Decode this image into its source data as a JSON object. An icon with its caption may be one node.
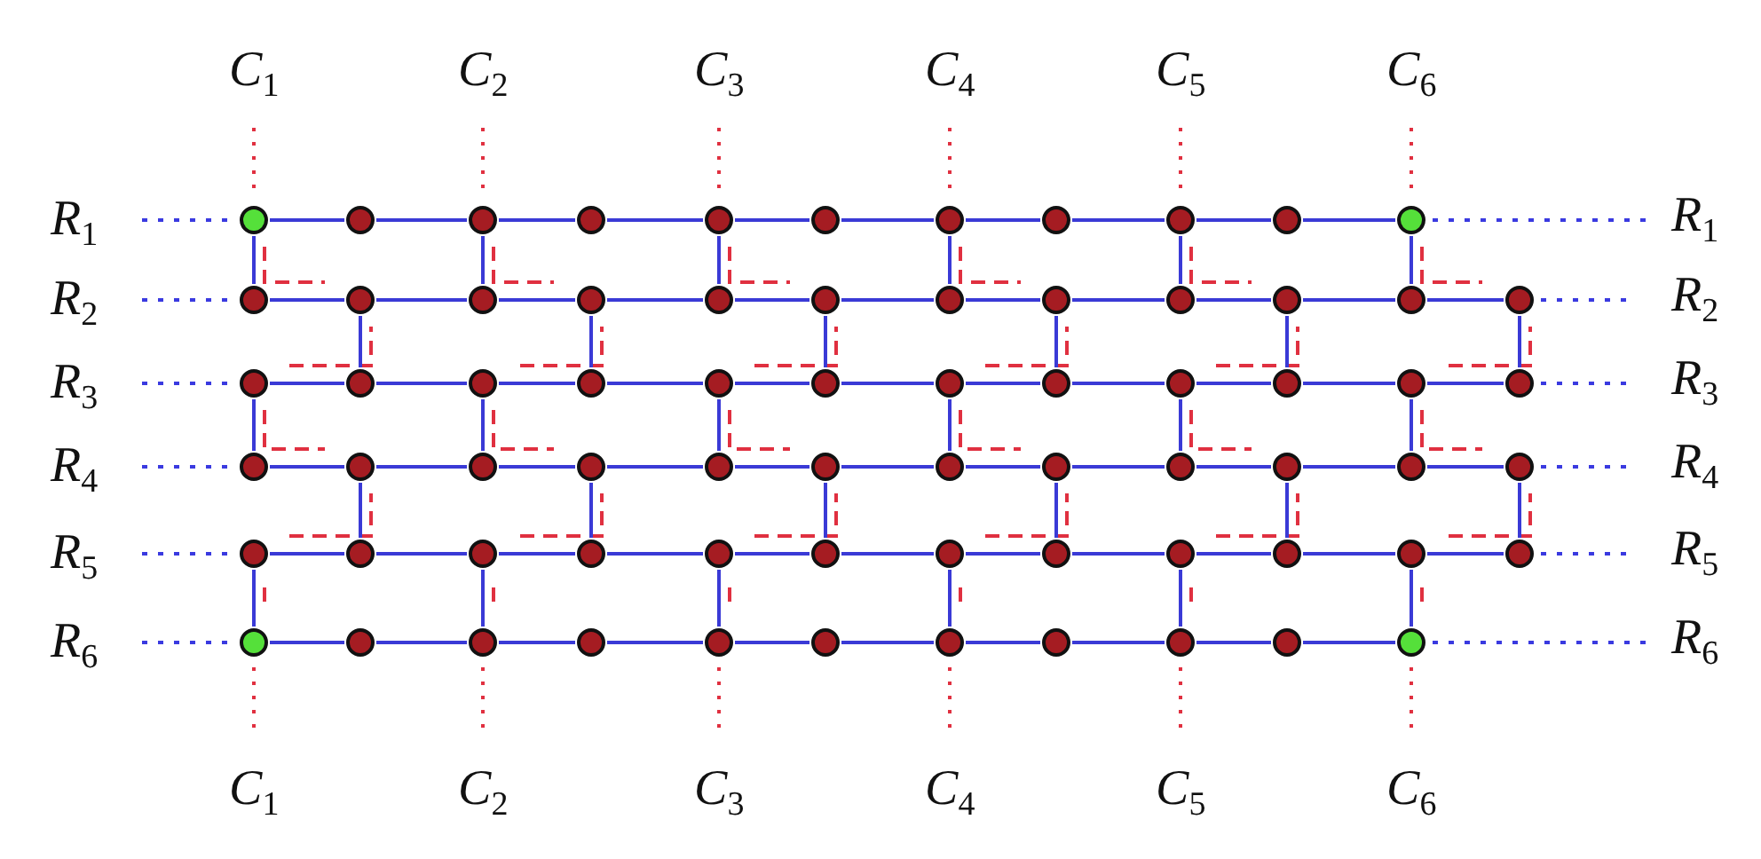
{
  "diagram": {
    "nodes": [
      {
        "text": [],
        "shape": "circle"
      },
      {
        "text": [],
        "shape": "circle"
      },
      {
        "text": [],
        "shape": "circle"
      },
      {
        "text": [],
        "shape": "circle"
      },
      {
        "text": [],
        "shape": "circle"
      },
      {
        "text": [],
        "shape": "circle"
      },
      {
        "text": [],
        "shape": "circle"
      },
      {
        "text": [],
        "shape": "circle"
      },
      {
        "text": [],
        "shape": "circle"
      },
      {
        "text": [],
        "shape": "circle"
      },
      {
        "text": [],
        "shape": "circle"
      },
      {
        "text": [],
        "shape": "circle"
      },
      {
        "text": [],
        "shape": "circle"
      },
      {
        "text": [],
        "shape": "circle"
      },
      {
        "text": [],
        "shape": "circle"
      },
      {
        "text": [],
        "shape": "circle"
      },
      {
        "text": [],
        "shape": "circle"
      },
      {
        "text": [],
        "shape": "circle"
      },
      {
        "text": [],
        "shape": "circle"
      },
      {
        "text": [],
        "shape": "circle"
      },
      {
        "text": [],
        "shape": "circle"
      },
      {
        "text": [],
        "shape": "circle"
      },
      {
        "text": [],
        "shape": "circle"
      },
      {
        "text": [],
        "shape": "circle"
      },
      {
        "text": [],
        "shape": "circle"
      },
      {
        "text": [],
        "shape": "circle"
      },
      {
        "text": [],
        "shape": "circle"
      },
      {
        "text": [],
        "shape": "circle"
      },
      {
        "text": [],
        "shape": "circle"
      },
      {
        "text": [],
        "shape": "circle"
      },
      {
        "text": [],
        "shape": "circle"
      },
      {
        "text": [],
        "shape": "circle"
      },
      {
        "text": [],
        "shape": "circle"
      },
      {
        "text": [],
        "shape": "circle"
      },
      {
        "text": [],
        "shape": "circle"
      },
      {
        "text": [],
        "shape": "circle"
      },
      {
        "text": [],
        "shape": "circle"
      },
      {
        "text": [],
        "shape": "circle"
      },
      {
        "text": [],
        "shape": "circle"
      },
      {
        "text": [],
        "shape": "circle"
      },
      {
        "text": [],
        "shape": "circle"
      },
      {
        "text": [],
        "shape": "circle"
      },
      {
        "text": [],
        "shape": "circle"
      },
      {
        "text": [],
        "shape": "circle"
      },
      {
        "text": [],
        "shape": "circle"
      },
      {
        "text": [],
        "shape": "circle"
      },
      {
        "text": [],
        "shape": "circle"
      },
      {
        "text": [],
        "shape": "circle"
      },
      {
        "text": [],
        "shape": "circle"
      },
      {
        "text": [],
        "shape": "circle"
      },
      {
        "text": [],
        "shape": "circle"
      },
      {
        "text": [],
        "shape": "circle"
      },
      {
        "text": [],
        "shape": "circle"
      },
      {
        "text": [],
        "shape": "circle"
      },
      {
        "text": [],
        "shape": "circle"
      },
      {
        "text": [],
        "shape": "circle"
      },
      {
        "text": [],
        "shape": "circle"
      },
      {
        "text": [],
        "shape": "circle"
      },
      {
        "text": [],
        "shape": "circle"
      },
      {
        "text": [],
        "shape": "circle"
      },
      {
        "text": [],
        "shape": "circle"
      },
      {
        "text": [],
        "shape": "circle"
      },
      {
        "text": [],
        "shape": "circle"
      },
      {
        "text": [],
        "shape": "circle"
      },
      {
        "text": [],
        "shape": "circle"
      },
      {
        "text": [],
        "shape": "circle"
      },
      {
        "text": [],
        "shape": "circle"
      },
      {
        "text": [],
        "shape": "circle"
      },
      {
        "text": [],
        "shape": "circle"
      },
      {
        "text": [],
        "shape": "circle"
      }
    ],
    "edges": [
      {
        "from": 0,
        "to": 1,
        "arrow": "none"
      },
      {
        "from": 1,
        "to": 2,
        "arrow": "none"
      },
      {
        "from": 2,
        "to": 3,
        "arrow": "none"
      },
      {
        "from": 3,
        "to": 4,
        "arrow": "none"
      },
      {
        "from": 4,
        "to": 5,
        "arrow": "none"
      },
      {
        "from": 5,
        "to": 6,
        "arrow": "none"
      },
      {
        "from": 6,
        "to": 7,
        "arrow": "none"
      },
      {
        "from": 7,
        "to": 8,
        "arrow": "none"
      },
      {
        "from": 8,
        "to": 9,
        "arrow": "none"
      },
      {
        "from": 9,
        "to": 10,
        "arrow": "none"
      },
      {
        "from": 11,
        "to": 12,
        "arrow": "none"
      },
      {
        "from": 12,
        "to": 13,
        "arrow": "none"
      },
      {
        "from": 13,
        "to": 14,
        "arrow": "none"
      },
      {
        "from": 14,
        "to": 15,
        "arrow": "none"
      },
      {
        "from": 15,
        "to": 16,
        "arrow": "none"
      },
      {
        "from": 16,
        "to": 17,
        "arrow": "none"
      },
      {
        "from": 17,
        "to": 18,
        "arrow": "none"
      },
      {
        "from": 18,
        "to": 19,
        "arrow": "none"
      },
      {
        "from": 19,
        "to": 20,
        "arrow": "none"
      },
      {
        "from": 20,
        "to": 21,
        "arrow": "none"
      },
      {
        "from": 21,
        "to": 22,
        "arrow": "none"
      },
      {
        "from": 23,
        "to": 24,
        "arrow": "none"
      },
      {
        "from": 24,
        "to": 25,
        "arrow": "none"
      },
      {
        "from": 25,
        "to": 26,
        "arrow": "none"
      },
      {
        "from": 26,
        "to": 27,
        "arrow": "none"
      },
      {
        "from": 27,
        "to": 28,
        "arrow": "none"
      },
      {
        "from": 28,
        "to": 29,
        "arrow": "none"
      },
      {
        "from": 29,
        "to": 30,
        "arrow": "none"
      },
      {
        "from": 30,
        "to": 31,
        "arrow": "none"
      },
      {
        "from": 31,
        "to": 32,
        "arrow": "none"
      },
      {
        "from": 32,
        "to": 33,
        "arrow": "none"
      },
      {
        "from": 33,
        "to": 34,
        "arrow": "none"
      },
      {
        "from": 35,
        "to": 36,
        "arrow": "none"
      },
      {
        "from": 36,
        "to": 37,
        "arrow": "none"
      },
      {
        "from": 37,
        "to": 38,
        "arrow": "none"
      },
      {
        "from": 38,
        "to": 39,
        "arrow": "none"
      },
      {
        "from": 39,
        "to": 40,
        "arrow": "none"
      },
      {
        "from": 40,
        "to": 41,
        "arrow": "none"
      },
      {
        "from": 41,
        "to": 42,
        "arrow": "none"
      },
      {
        "from": 42,
        "to": 43,
        "arrow": "none"
      },
      {
        "from": 43,
        "to": 44,
        "arrow": "none"
      },
      {
        "from": 44,
        "to": 45,
        "arrow": "none"
      },
      {
        "from": 45,
        "to": 46,
        "arrow": "none"
      },
      {
        "from": 47,
        "to": 48,
        "arrow": "none"
      },
      {
        "from": 48,
        "to": 49,
        "arrow": "none"
      },
      {
        "from": 49,
        "to": 50,
        "arrow": "none"
      },
      {
        "from": 50,
        "to": 51,
        "arrow": "none"
      },
      {
        "from": 51,
        "to": 52,
        "arrow": "none"
      },
      {
        "from": 52,
        "to": 53,
        "arrow": "none"
      },
      {
        "from": 53,
        "to": 54,
        "arrow": "none"
      },
      {
        "from": 54,
        "to": 55,
        "arrow": "none"
      },
      {
        "from": 55,
        "to": 56,
        "arrow": "none"
      },
      {
        "from": 56,
        "to": 57,
        "arrow": "none"
      },
      {
        "from": 57,
        "to": 58,
        "arrow": "none"
      },
      {
        "from": 59,
        "to": 60,
        "arrow": "none"
      },
      {
        "from": 60,
        "to": 61,
        "arrow": "none"
      },
      {
        "from": 61,
        "to": 62,
        "arrow": "none"
      },
      {
        "from": 62,
        "to": 63,
        "arrow": "none"
      },
      {
        "from": 63,
        "to": 64,
        "arrow": "none"
      },
      {
        "from": 64,
        "to": 65,
        "arrow": "none"
      },
      {
        "from": 65,
        "to": 66,
        "arrow": "none"
      },
      {
        "from": 66,
        "to": 67,
        "arrow": "none"
      },
      {
        "from": 67,
        "to": 68,
        "arrow": "none"
      },
      {
        "from": 68,
        "to": 69,
        "arrow": "none"
      },
      {
        "from": 0,
        "to": 11,
        "arrow": "none"
      },
      {
        "from": 2,
        "to": 13,
        "arrow": "none"
      },
      {
        "from": 4,
        "to": 15,
        "arrow": "none"
      },
      {
        "from": 6,
        "to": 17,
        "arrow": "none"
      },
      {
        "from": 8,
        "to": 19,
        "arrow": "none"
      },
      {
        "from": 10,
        "to": 21,
        "arrow": "none"
      },
      {
        "from": 12,
        "to": 24,
        "arrow": "none"
      },
      {
        "from": 14,
        "to": 26,
        "arrow": "none"
      },
      {
        "from": 16,
        "to": 28,
        "arrow": "none"
      },
      {
        "from": 18,
        "to": 30,
        "arrow": "none"
      },
      {
        "from": 20,
        "to": 32,
        "arrow": "none"
      },
      {
        "from": 22,
        "to": 34,
        "arrow": "none"
      },
      {
        "from": 23,
        "to": 35,
        "arrow": "none"
      },
      {
        "from": 25,
        "to": 37,
        "arrow": "none"
      },
      {
        "from": 27,
        "to": 39,
        "arrow": "none"
      },
      {
        "from": 29,
        "to": 41,
        "arrow": "none"
      },
      {
        "from": 31,
        "to": 43,
        "arrow": "none"
      },
      {
        "from": 33,
        "to": 45,
        "arrow": "none"
      },
      {
        "from": 36,
        "to": 48,
        "arrow": "none"
      },
      {
        "from": 38,
        "to": 50,
        "arrow": "none"
      },
      {
        "from": 40,
        "to": 52,
        "arrow": "none"
      },
      {
        "from": 42,
        "to": 54,
        "arrow": "none"
      },
      {
        "from": 44,
        "to": 56,
        "arrow": "none"
      },
      {
        "from": 46,
        "to": 58,
        "arrow": "none"
      },
      {
        "from": 47,
        "to": 59,
        "arrow": "none"
      },
      {
        "from": 49,
        "to": 61,
        "arrow": "none"
      },
      {
        "from": 51,
        "to": 63,
        "arrow": "none"
      },
      {
        "from": 53,
        "to": 65,
        "arrow": "none"
      },
      {
        "from": 55,
        "to": 67,
        "arrow": "none"
      },
      {
        "from": 57,
        "to": 69,
        "arrow": "none"
      }
    ],
    "labels": [
      "*C*$_{1}$",
      "*C*$_{2}$",
      "*C*$_{3}$",
      "*C*$_{4}$",
      "*C*$_{5}$",
      "*C*$_{6}$",
      "*R*$_{1}$",
      "*R*$_{1}$",
      "*R*$_{2}$",
      "*R*$_{2}$",
      "*R*$_{3}$",
      "*R*$_{3}$",
      "*R*$_{4}$",
      "*R*$_{4}$",
      "*R*$_{5}$",
      "*R*$_{5}$",
      "*R*$_{6}$",
      "*R*$_{6}$",
      "*C*$_{1}$",
      "*C*$_{2}$",
      "*C*$_{3}$",
      "*C*$_{4}$",
      "*C*$_{5}$",
      "*C*$_{6}$"
    ]
  }
}
